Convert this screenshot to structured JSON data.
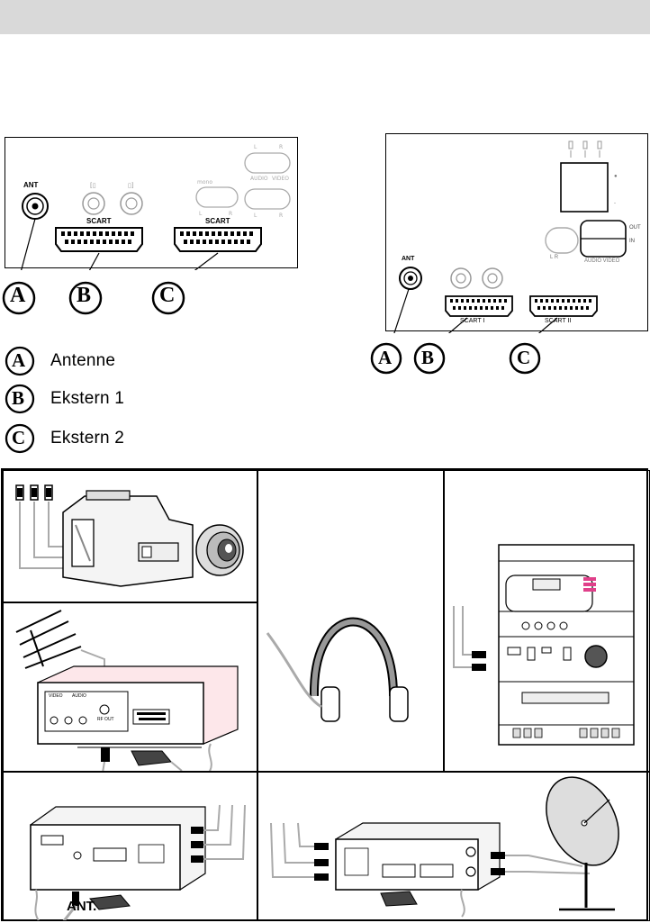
{
  "header": {
    "bar_color": "#d9d9d9"
  },
  "left_panel": {
    "ant_label": "ANT",
    "scart_b_label": "SCART",
    "scart_c_label": "SCART",
    "tiny_labels": [
      "L",
      "R",
      "L",
      "R",
      "mono"
    ]
  },
  "right_panel": {
    "ant_label": "ANT",
    "scart_b_label": "SCART I",
    "scart_c_label": "SCART II",
    "out_label": "OUT",
    "in_label": "IN",
    "audio_video_label": "AUDIO   VIDEO",
    "lr_label": "L   R"
  },
  "markers": {
    "a": "A",
    "b": "B",
    "c": "C"
  },
  "legend": [
    {
      "marker": "A",
      "text": "Antenne"
    },
    {
      "marker": "B",
      "text": "Ekstern 1"
    },
    {
      "marker": "C",
      "text": "Ekstern 2"
    }
  ],
  "devices": {
    "vcr_labels": [
      "VIDEO",
      "AUDIO",
      "RF OUT"
    ],
    "ant_text": "ANT."
  }
}
